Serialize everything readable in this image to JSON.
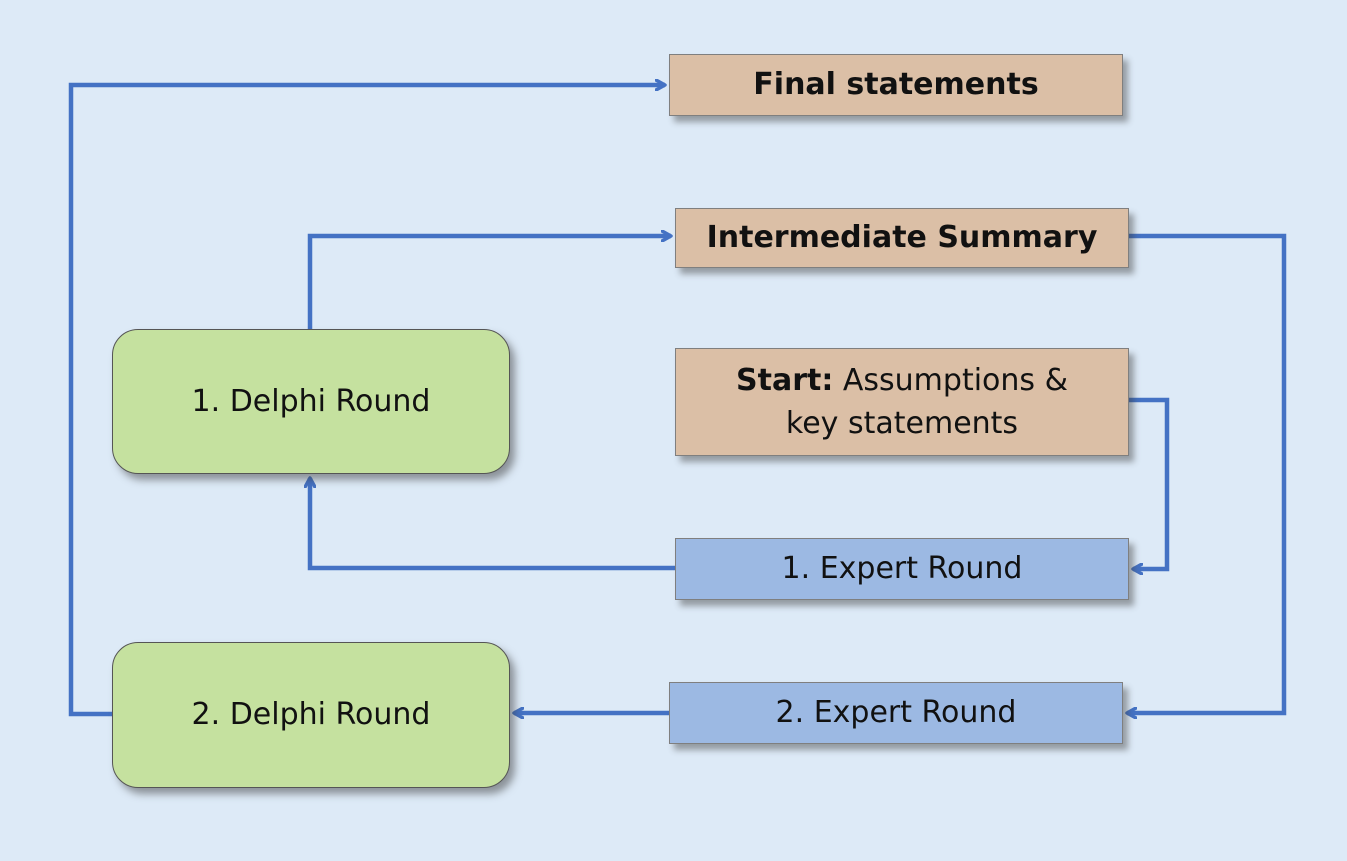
{
  "diagram": {
    "colors": {
      "background": "#ddeaf7",
      "connector": "#4472c4",
      "statement_box": "#dbbfa6",
      "expert_box": "#9cb9e3",
      "delphi_box": "#c5e19f"
    },
    "nodes": {
      "final_statements": "Final statements",
      "intermediate_summary": "Intermediate Summary",
      "start": {
        "prefix": "Start:",
        "line1": "Assumptions &",
        "line2": "key statements"
      },
      "expert_round_1": "1. Expert Round",
      "expert_round_2": "2. Expert Round",
      "delphi_round_1": "1. Delphi Round",
      "delphi_round_2": "2. Delphi Round"
    },
    "edges": [
      {
        "from": "start",
        "to": "expert_round_1"
      },
      {
        "from": "expert_round_1",
        "to": "delphi_round_1"
      },
      {
        "from": "delphi_round_1",
        "to": "intermediate_summary"
      },
      {
        "from": "intermediate_summary",
        "to": "expert_round_2"
      },
      {
        "from": "expert_round_2",
        "to": "delphi_round_2"
      },
      {
        "from": "delphi_round_2",
        "to": "final_statements"
      }
    ]
  }
}
